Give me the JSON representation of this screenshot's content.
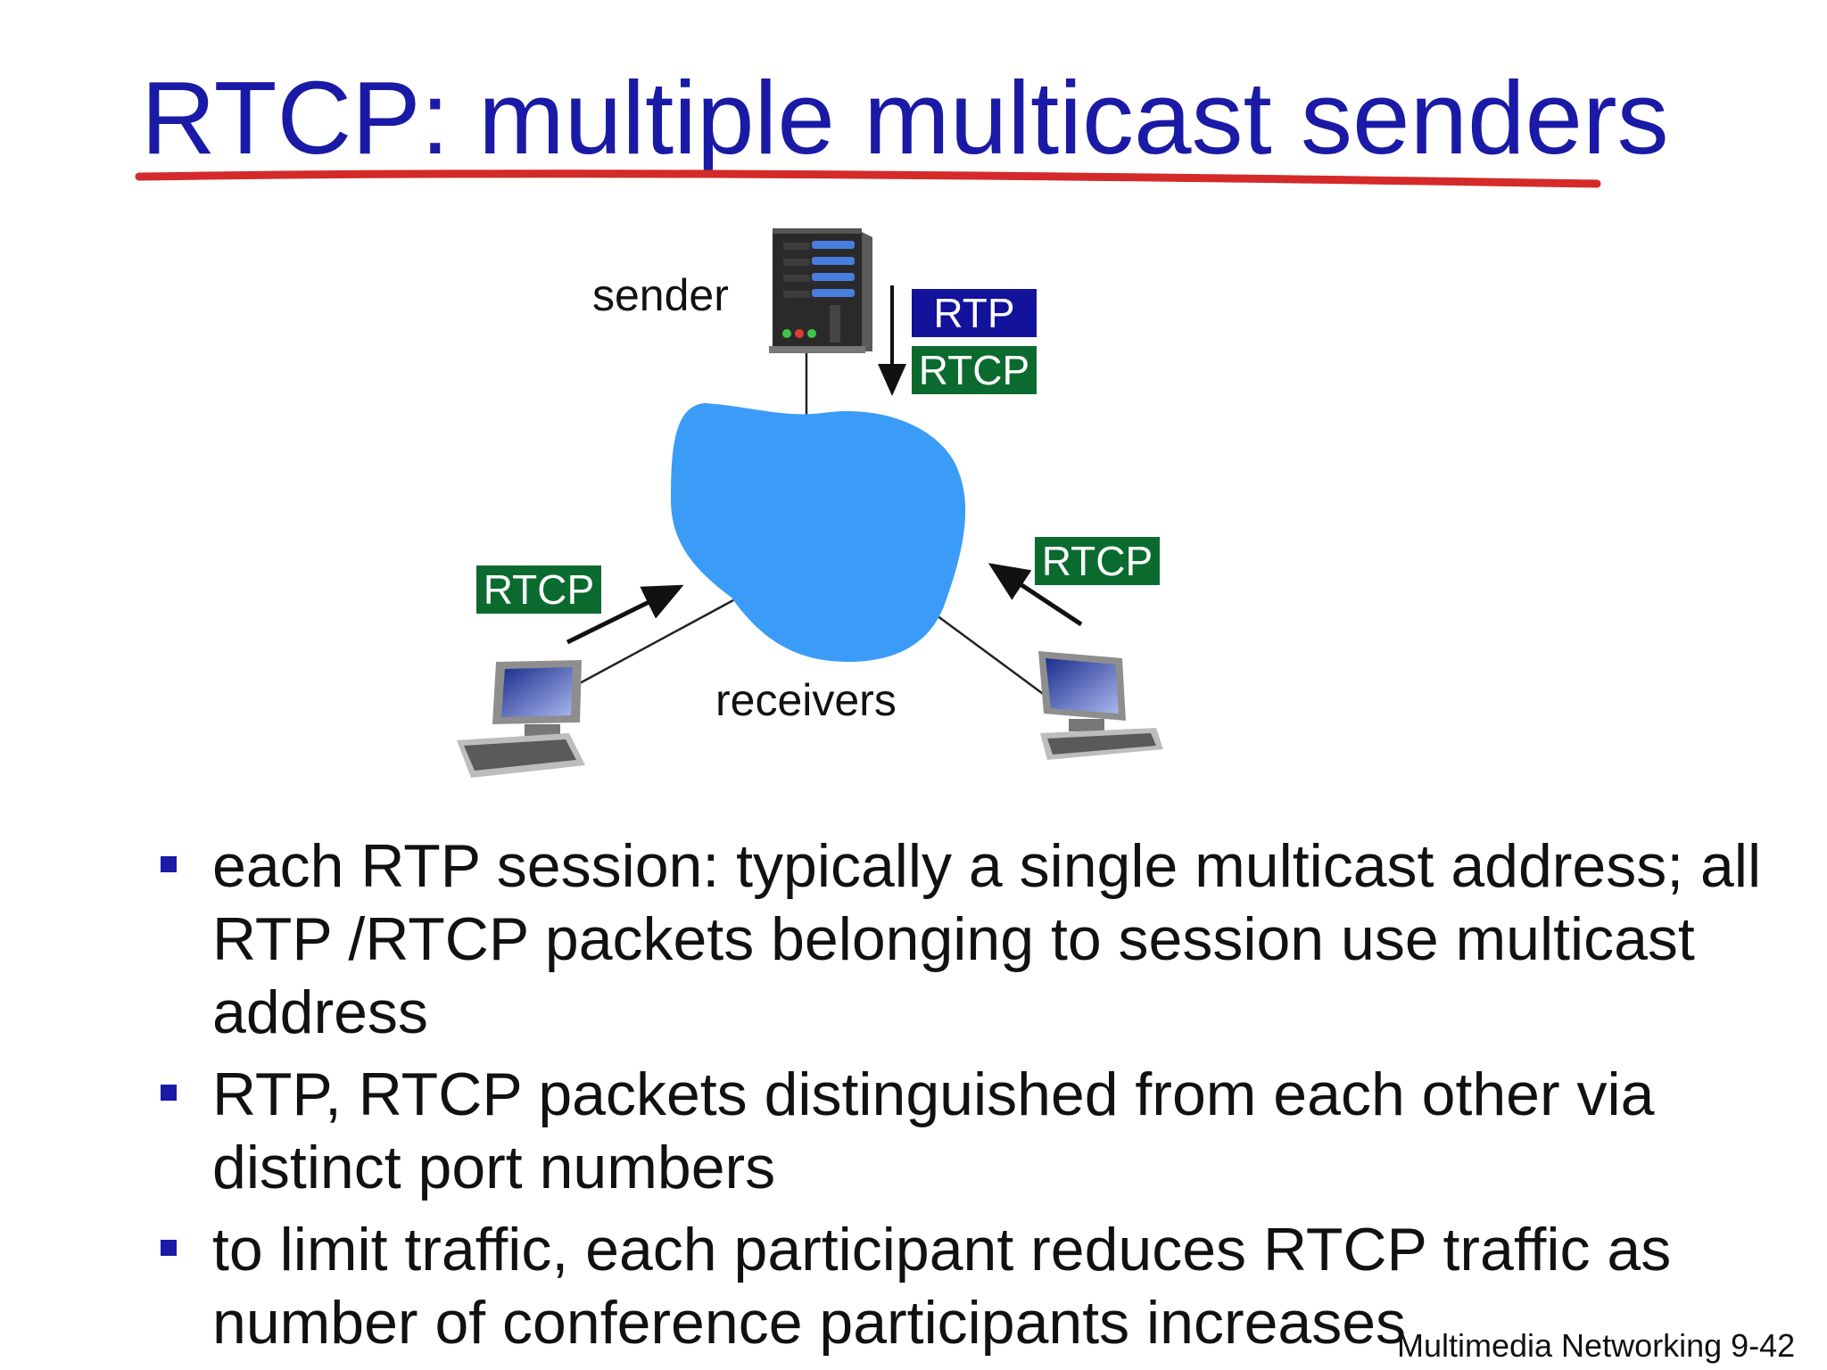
{
  "slide": {
    "title": "RTCP: multiple multicast senders",
    "footer": "Multimedia Networking  9-42"
  },
  "diagram": {
    "sender_label": "sender",
    "receivers_label": "receivers",
    "tags": {
      "sender_rtp": "RTP",
      "sender_rtcp": "RTCP",
      "left_receiver_rtcp": "RTCP",
      "right_receiver_rtcp": "RTCP"
    },
    "colors": {
      "cloud": "#3a9cf7",
      "rtp_tag": "#12129a",
      "rtcp_tag": "#0b6b2f",
      "title": "#1a1aa6",
      "underline": "#d42a2a"
    },
    "icons": [
      "server-icon",
      "network-cloud",
      "desktop-computer-icon",
      "desktop-computer-icon"
    ]
  },
  "bullets": [
    "each RTP session: typically a single multicast address; all RTP /RTCP packets belonging to session use multicast address",
    "RTP, RTCP packets distinguished from each other via distinct port numbers",
    "to limit traffic, each participant reduces RTCP traffic as number of conference participants increases"
  ]
}
